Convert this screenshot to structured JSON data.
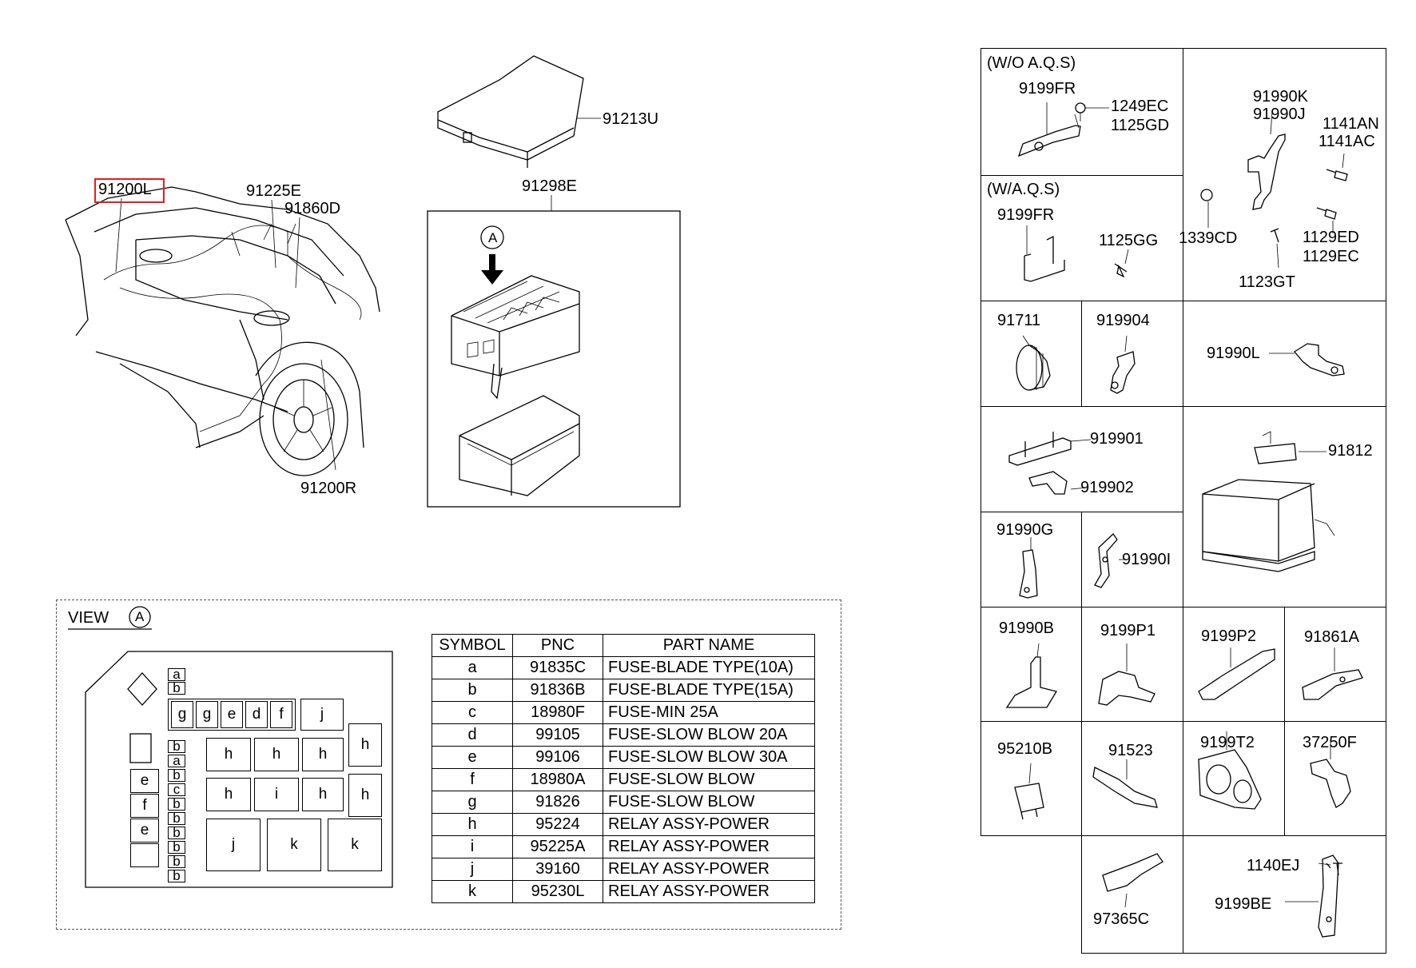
{
  "main_assembly": {
    "highlighted_part": "91200L",
    "labels": [
      "91225E",
      "91860D",
      "91200R",
      "91213U",
      "91298E"
    ],
    "callout_a": "A"
  },
  "view_a": {
    "title": "VIEW",
    "callout": "A",
    "fuse_block_labels": {
      "small_top": [
        "a",
        "b"
      ],
      "row1": [
        "g",
        "g",
        "e",
        "d",
        "f",
        "j"
      ],
      "small_mid": [
        "b",
        "a",
        "b",
        "c",
        "b",
        "b",
        "b",
        "b",
        "b",
        "b"
      ],
      "left_stack": [
        "e",
        "f",
        "e"
      ],
      "row_h1": [
        "h",
        "h",
        "h",
        "h"
      ],
      "row_h2": [
        "h",
        "i",
        "h",
        "h"
      ],
      "bottom": [
        "j",
        "k",
        "k"
      ]
    },
    "table": {
      "headers": [
        "SYMBOL",
        "PNC",
        "PART NAME"
      ],
      "rows": [
        [
          "a",
          "91835C",
          "FUSE-BLADE TYPE(10A)"
        ],
        [
          "b",
          "91836B",
          "FUSE-BLADE TYPE(15A)"
        ],
        [
          "c",
          "18980F",
          "FUSE-MIN 25A"
        ],
        [
          "d",
          "99105",
          "FUSE-SLOW BLOW 20A"
        ],
        [
          "e",
          "99106",
          "FUSE-SLOW BLOW 30A"
        ],
        [
          "f",
          "18980A",
          "FUSE-SLOW BLOW"
        ],
        [
          "g",
          "91826",
          "FUSE-SLOW BLOW"
        ],
        [
          "h",
          "95224",
          "RELAY ASSY-POWER"
        ],
        [
          "i",
          "95225A",
          "RELAY ASSY-POWER"
        ],
        [
          "j",
          "39160",
          "RELAY ASSY-POWER"
        ],
        [
          "k",
          "95230L",
          "RELAY ASSY-POWER"
        ]
      ]
    }
  },
  "parts_grid": {
    "wo_aqs": {
      "title": "(W/O A.Q.S)",
      "part": "9199FR",
      "fasteners": [
        "1249EC",
        "1125GD"
      ]
    },
    "w_aqs": {
      "title": "(W/A.Q.S)",
      "part": "9199FR",
      "fastener": "1125GG"
    },
    "bracket_group": [
      "91990K",
      "91990J",
      "1141AN",
      "1141AC",
      "1339CD",
      "1129ED",
      "1129EC",
      "1123GT"
    ],
    "cells": [
      "91711",
      "919904",
      "91990L",
      "919901",
      "919902",
      "91812",
      "91990G",
      "91990I",
      "91990B",
      "9199P1",
      "9199P2",
      "91861A",
      "95210B",
      "91523",
      "9199T2",
      "37250F",
      "97365C",
      "1140EJ",
      "9199BE"
    ]
  }
}
